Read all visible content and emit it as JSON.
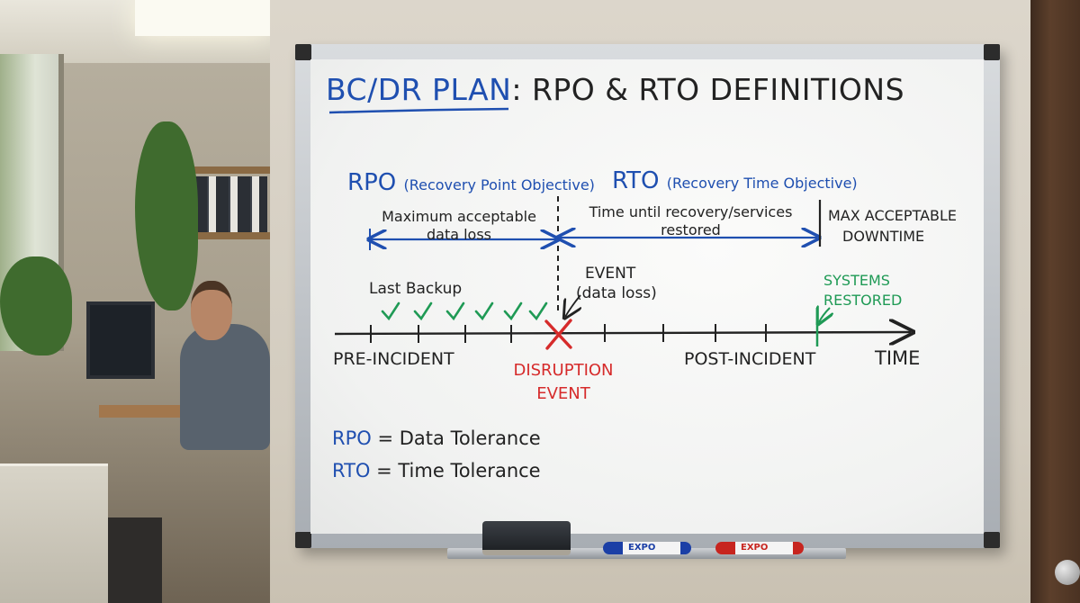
{
  "board": {
    "title_part1": "BC/DR PLAN",
    "title_part2": ": RPO & RTO DEFINITIONS",
    "rpo_heading": "RPO",
    "rpo_heading_full": "(Recovery Point Objective)",
    "rpo_description": "Maximum acceptable data loss",
    "rto_heading": "RTO",
    "rto_heading_full": "(Recovery Time Objective)",
    "rto_description": "Time until recovery/services restored",
    "max_downtime_line1": "MAX ACCEPTABLE",
    "max_downtime_line2": "DOWNTIME",
    "event_line1": "EVENT",
    "event_line2": "(data loss)",
    "last_backup": "Last Backup",
    "systems_restored_line1": "SYSTEMS",
    "systems_restored_line2": "RESTORED",
    "pre_incident": "PRE-INCIDENT",
    "disruption_event": "DISRUPTION EVENT",
    "post_incident": "POST-INCIDENT",
    "time_axis_label": "TIME",
    "rpo_summary_key": "RPO",
    "rpo_summary_value": "= Data Tolerance",
    "rto_summary_key": "RTO",
    "rto_summary_value": "= Time Tolerance",
    "backup_checkmarks": 6
  },
  "markers": {
    "blue_brand": "EXPO",
    "red_brand": "EXPO"
  },
  "colors": {
    "ink_blue": "#1f4fb0",
    "ink_black": "#222222",
    "ink_red": "#d62b2b",
    "ink_green": "#1f9a55"
  },
  "icons": {
    "disruption_marker": "red-x-icon",
    "backup_marker": "check-icon",
    "arrow": "double-arrow"
  }
}
